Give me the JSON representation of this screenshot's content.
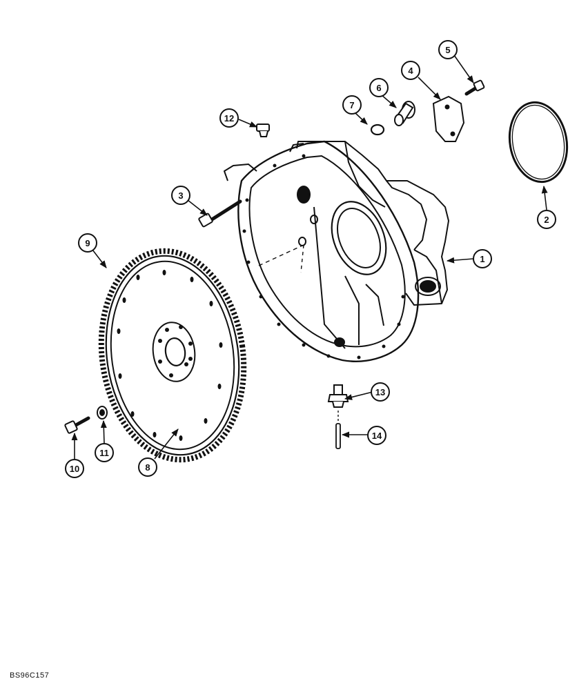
{
  "figure_id": "BS96C157",
  "callouts": [
    {
      "label": "1"
    },
    {
      "label": "2"
    },
    {
      "label": "3"
    },
    {
      "label": "4"
    },
    {
      "label": "5"
    },
    {
      "label": "6"
    },
    {
      "label": "7"
    },
    {
      "label": "8"
    },
    {
      "label": "9"
    },
    {
      "label": "10"
    },
    {
      "label": "11"
    },
    {
      "label": "12"
    },
    {
      "label": "13"
    },
    {
      "label": "14"
    }
  ]
}
